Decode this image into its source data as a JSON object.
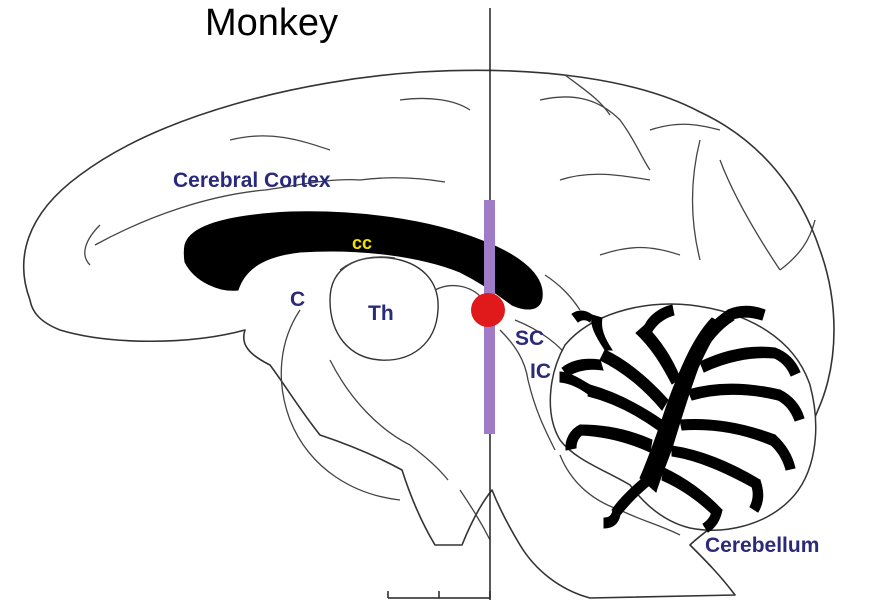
{
  "title": "Monkey",
  "labels": {
    "cortex": "Cerebral Cortex",
    "cc": "cc",
    "caudate": "C",
    "thalamus": "Th",
    "sc": "SC",
    "ic": "IC",
    "cerebellum": "Cerebellum"
  },
  "colors": {
    "label": "#2b2a7a",
    "cc_label": "#f2e200",
    "probe": "#a07cc8",
    "marker": "#e01a1a",
    "outline": "#333333"
  }
}
